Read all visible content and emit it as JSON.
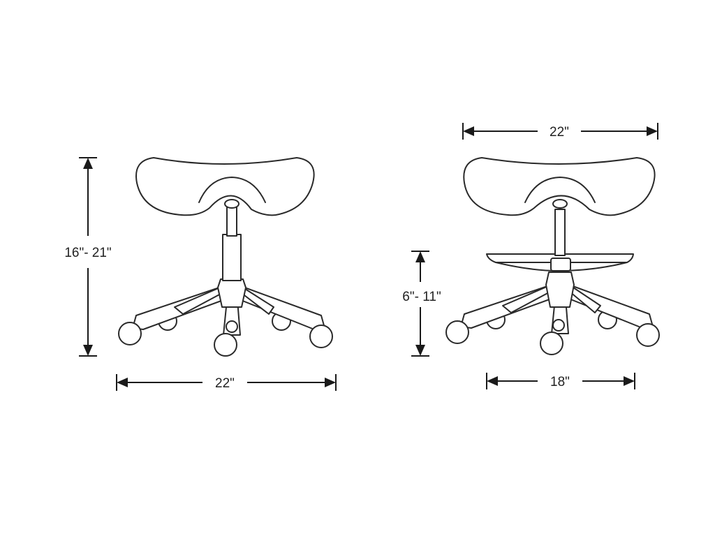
{
  "diagram": {
    "left_view": {
      "height_label": "16\"- 21\"",
      "width_label": "22\""
    },
    "right_view": {
      "top_width_label": "22\"",
      "footring_height_label": "6\"- 11\"",
      "footring_width_label": "18\""
    }
  }
}
